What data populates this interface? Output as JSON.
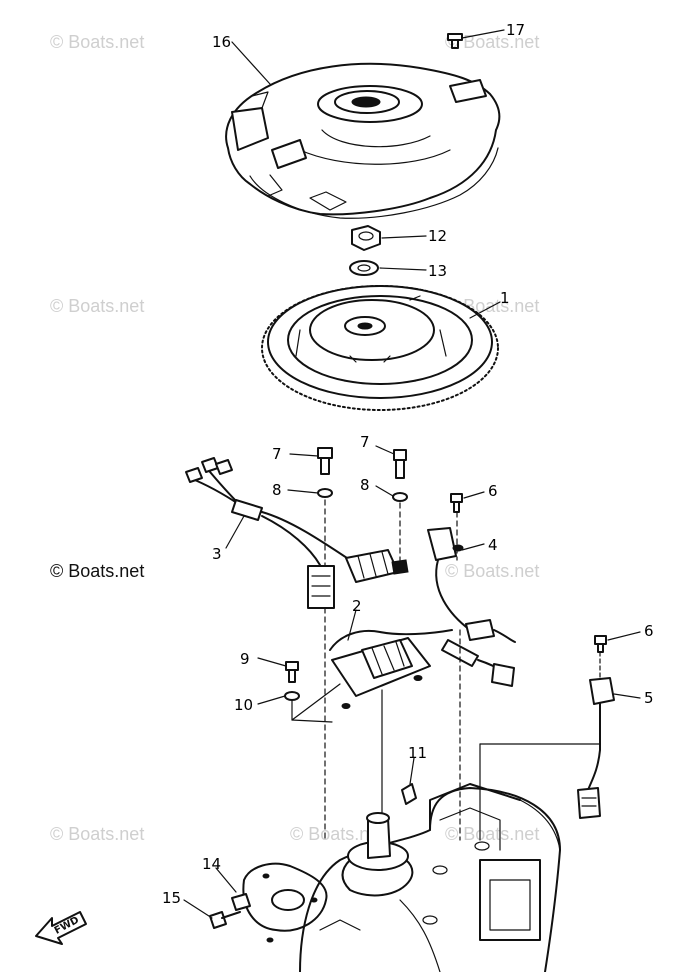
{
  "watermarks": [
    "© Boats.net",
    "© Boats.net",
    "© Boats.net",
    "© Boats.net",
    "© Boats.net",
    "© Boats.net",
    "© Boats.net",
    "© Boats.net",
    "© Boats.net"
  ],
  "direction_marker": "FWD",
  "parts": [
    {
      "number": "1"
    },
    {
      "number": "2"
    },
    {
      "number": "3"
    },
    {
      "number": "4"
    },
    {
      "number": "5"
    },
    {
      "number": "6"
    },
    {
      "number": "6"
    },
    {
      "number": "7"
    },
    {
      "number": "7"
    },
    {
      "number": "8"
    },
    {
      "number": "8"
    },
    {
      "number": "9"
    },
    {
      "number": "10"
    },
    {
      "number": "11"
    },
    {
      "number": "12"
    },
    {
      "number": "13"
    },
    {
      "number": "14"
    },
    {
      "number": "15"
    },
    {
      "number": "16"
    },
    {
      "number": "17"
    }
  ]
}
